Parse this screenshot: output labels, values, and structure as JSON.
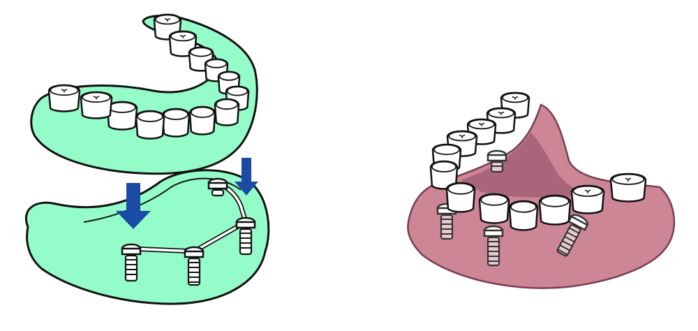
{
  "figure": {
    "panels": [
      {
        "id": "bar-retained-overdenture",
        "colors": {
          "gum": "#93FCC8",
          "outline": "#111111",
          "arrow": "#1B4BA5",
          "bar": "#ffffff"
        },
        "implant_count": 4,
        "arrow_count": 2
      },
      {
        "id": "fixed-implant-bridge",
        "colors": {
          "gum": "#CD8696",
          "gum_shadow": "#A9667A",
          "outline": "#7A3D52",
          "implant": "#E8C9D2",
          "implant_outline": "#333333"
        },
        "implant_count": 4
      }
    ],
    "tooth_color": "#ffffff",
    "tooth_outline": "#111111"
  }
}
